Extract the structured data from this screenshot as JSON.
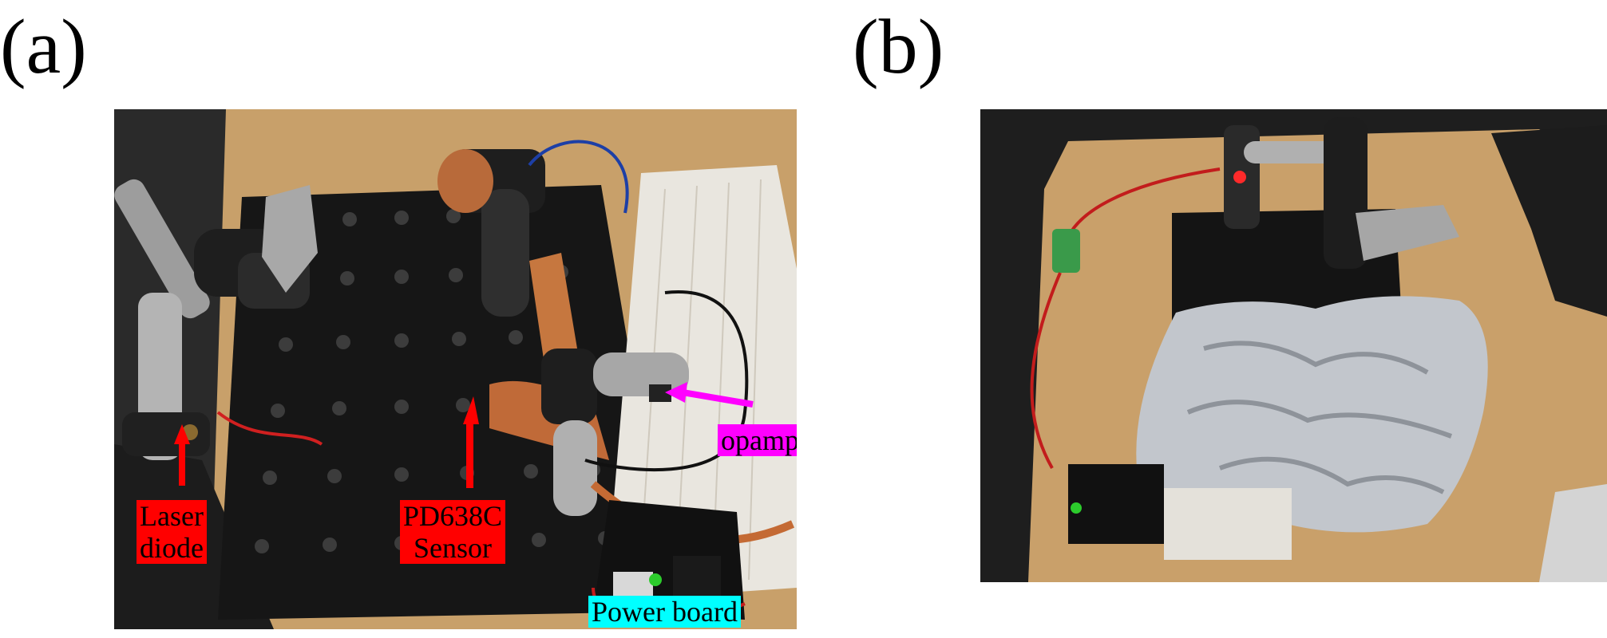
{
  "panels": {
    "a": {
      "label": "(a)"
    },
    "b": {
      "label": "(b)"
    }
  },
  "annotations": {
    "laser_diode": {
      "line1": "Laser",
      "line2": "diode",
      "color": "#ff0000"
    },
    "sensor": {
      "line1": "PD638C",
      "line2": "Sensor",
      "color": "#ff0000"
    },
    "opamp": {
      "text": "opamp",
      "color": "#ff00ff"
    },
    "power_board": {
      "text": "Power board",
      "color": "#00ffff"
    }
  }
}
